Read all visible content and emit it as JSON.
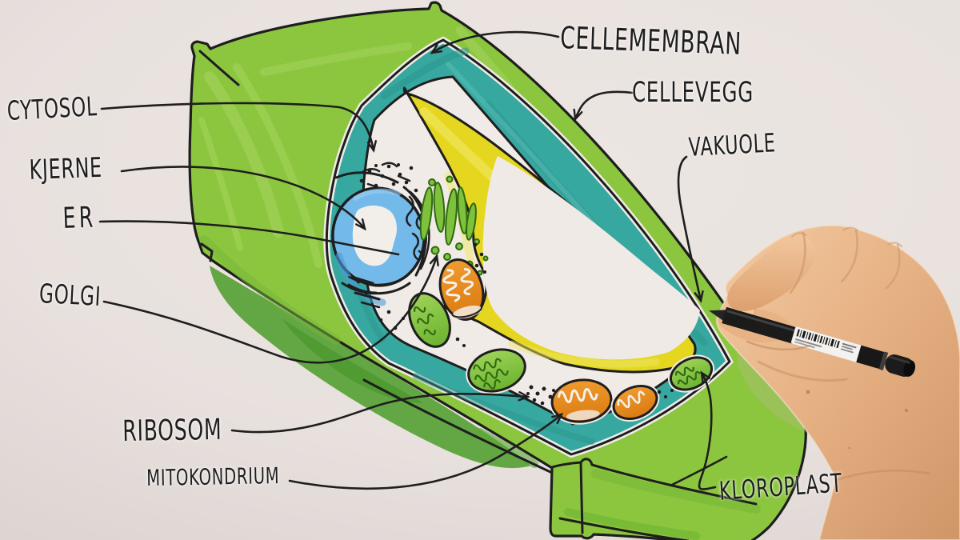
{
  "image": {
    "description": "Photo of a hand-drawn whiteboard diagram of a plant cell, drawn with markers; a hand holding a black fineliner pen is drawing at the right",
    "language": "Norwegian",
    "subject": "plant cell"
  },
  "labels": {
    "cytosol": "CYTOSOL",
    "kjerne": "KJERNE",
    "er": "ER",
    "golgi": "GOLGI",
    "ribosom": "RIBOSOM",
    "mitokondrium": "MITOKONDRIUM",
    "cellemembran": "CELLEMEMBRAN",
    "cellevegg": "CELLEVEGG",
    "vakuole": "VAKUOLE",
    "kloroplast": "KLOROPLAST"
  },
  "colors": {
    "background": "#e8e1de",
    "ink": "#1e1e1e",
    "cell_wall_green": "#8cc63e",
    "wall_shadow_green": "#54a133",
    "membrane_teal": "#36a8a0",
    "vacuole_yellow": "#e5d71f",
    "cytosol_white": "#f1ebe8",
    "nucleus_blue": "#73b9e9",
    "organelle_green": "#7fc13d",
    "organelle_green_dark": "#2f6a12",
    "mitochondria_orange": "#e7891d",
    "skin": "#e4ad7e",
    "pen_black": "#1b1b1b",
    "pen_label_white": "#f4f2ef"
  }
}
